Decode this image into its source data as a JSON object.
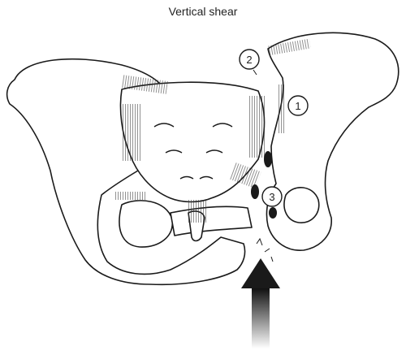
{
  "title": "Vertical shear",
  "callouts": [
    "2",
    "1",
    "3"
  ],
  "colors": {
    "ink": "#1a1a1a",
    "paper": "#ffffff"
  },
  "icons": [
    "upward-force-arrow-icon"
  ]
}
